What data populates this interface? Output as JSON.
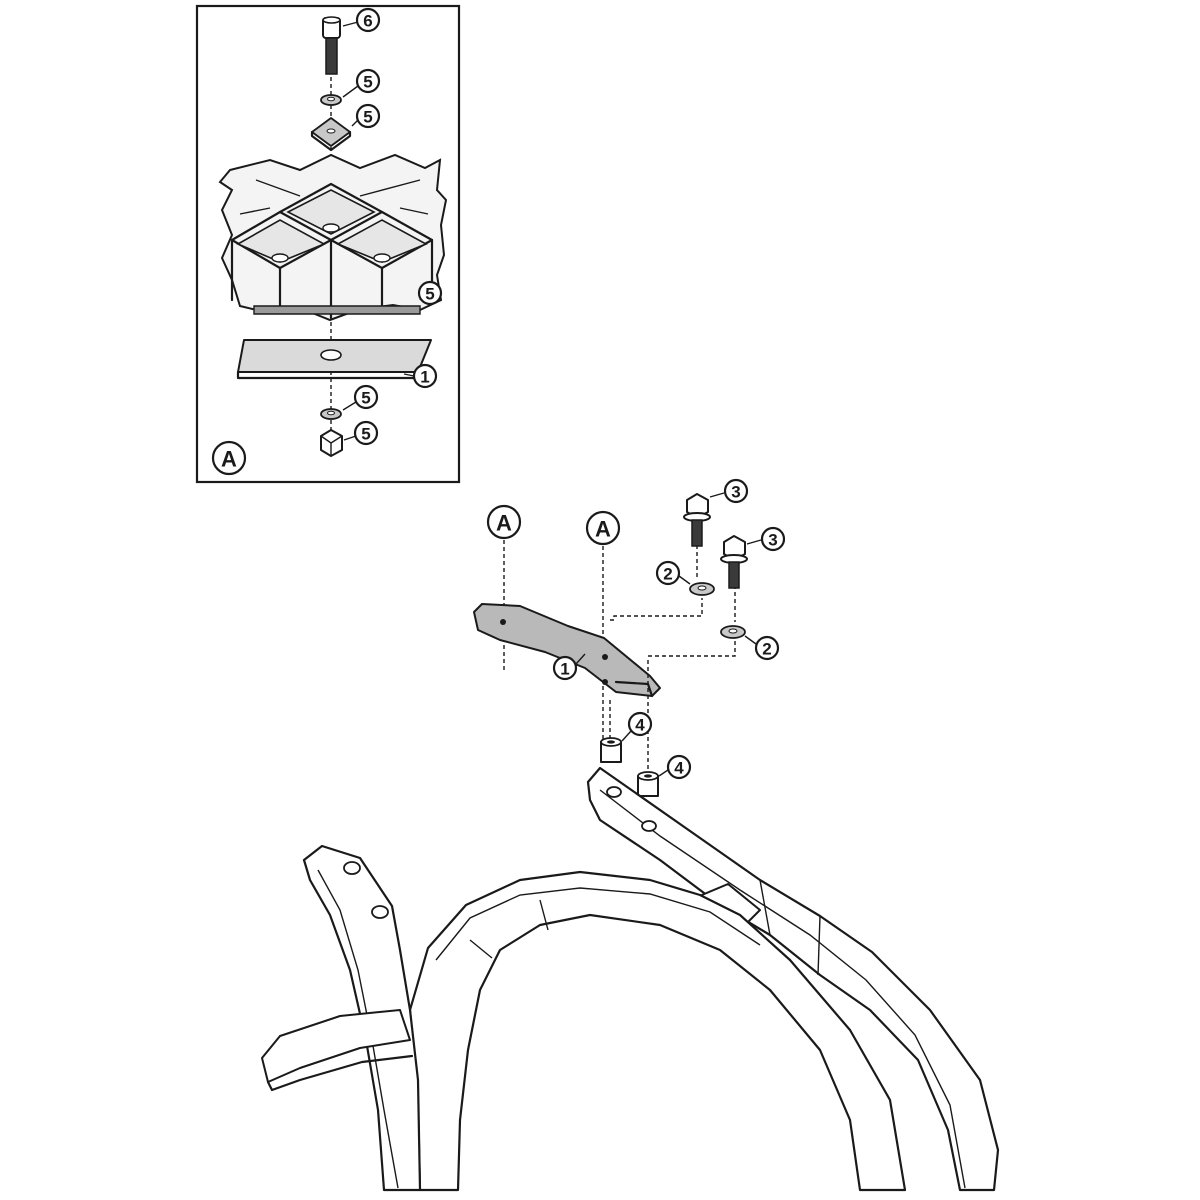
{
  "detail_box": {
    "label": "A",
    "callouts": [
      {
        "id": "c6",
        "number": "6"
      },
      {
        "id": "c5a",
        "number": "5"
      },
      {
        "id": "c5b",
        "number": "5"
      },
      {
        "id": "c5c",
        "number": "5"
      },
      {
        "id": "c1",
        "number": "1"
      },
      {
        "id": "c5d",
        "number": "5"
      },
      {
        "id": "c5e",
        "number": "5"
      }
    ]
  },
  "main_view": {
    "reference_labels": [
      "A",
      "A"
    ],
    "callouts": [
      {
        "id": "m3a",
        "number": "3"
      },
      {
        "id": "m3b",
        "number": "3"
      },
      {
        "id": "m2a",
        "number": "2"
      },
      {
        "id": "m2b",
        "number": "2"
      },
      {
        "id": "m1",
        "number": "1"
      },
      {
        "id": "m4a",
        "number": "4"
      },
      {
        "id": "m4b",
        "number": "4"
      }
    ]
  },
  "colors": {
    "ink": "#1a1a1a",
    "plate_gray": "#b9b9b9",
    "background": "#ffffff"
  }
}
